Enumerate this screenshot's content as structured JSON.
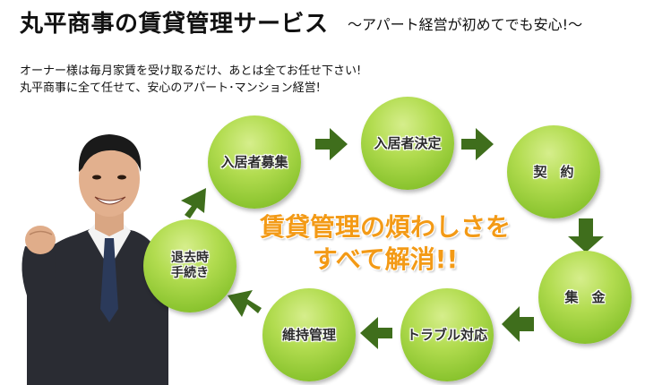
{
  "header": {
    "title": "丸平商事の賃貸管理サービス",
    "subtitle": "～アパート経営が初めてでも安心!～"
  },
  "intro": {
    "line1": "オーナー様は毎月家賃を受け取るだけ、あとは全てお任せ下さい!",
    "line2": "丸平商事に全て任せて、安心のアパート･マンション経営!"
  },
  "cycle": {
    "steps": [
      "入居者募集",
      "入居者決定",
      "契　約",
      "集　金",
      "トラブル対応",
      "維持管理",
      "退去時\n手続き"
    ],
    "center_message": "賃貸管理の煩わしさを\nすべて解消!!"
  },
  "colors": {
    "circle_green": "#9acd3c",
    "arrow_green": "#3f6e1c",
    "accent_orange": "#f39a16"
  },
  "icons": {
    "arrow": "arrow-icon",
    "person": "businessman-photo"
  }
}
